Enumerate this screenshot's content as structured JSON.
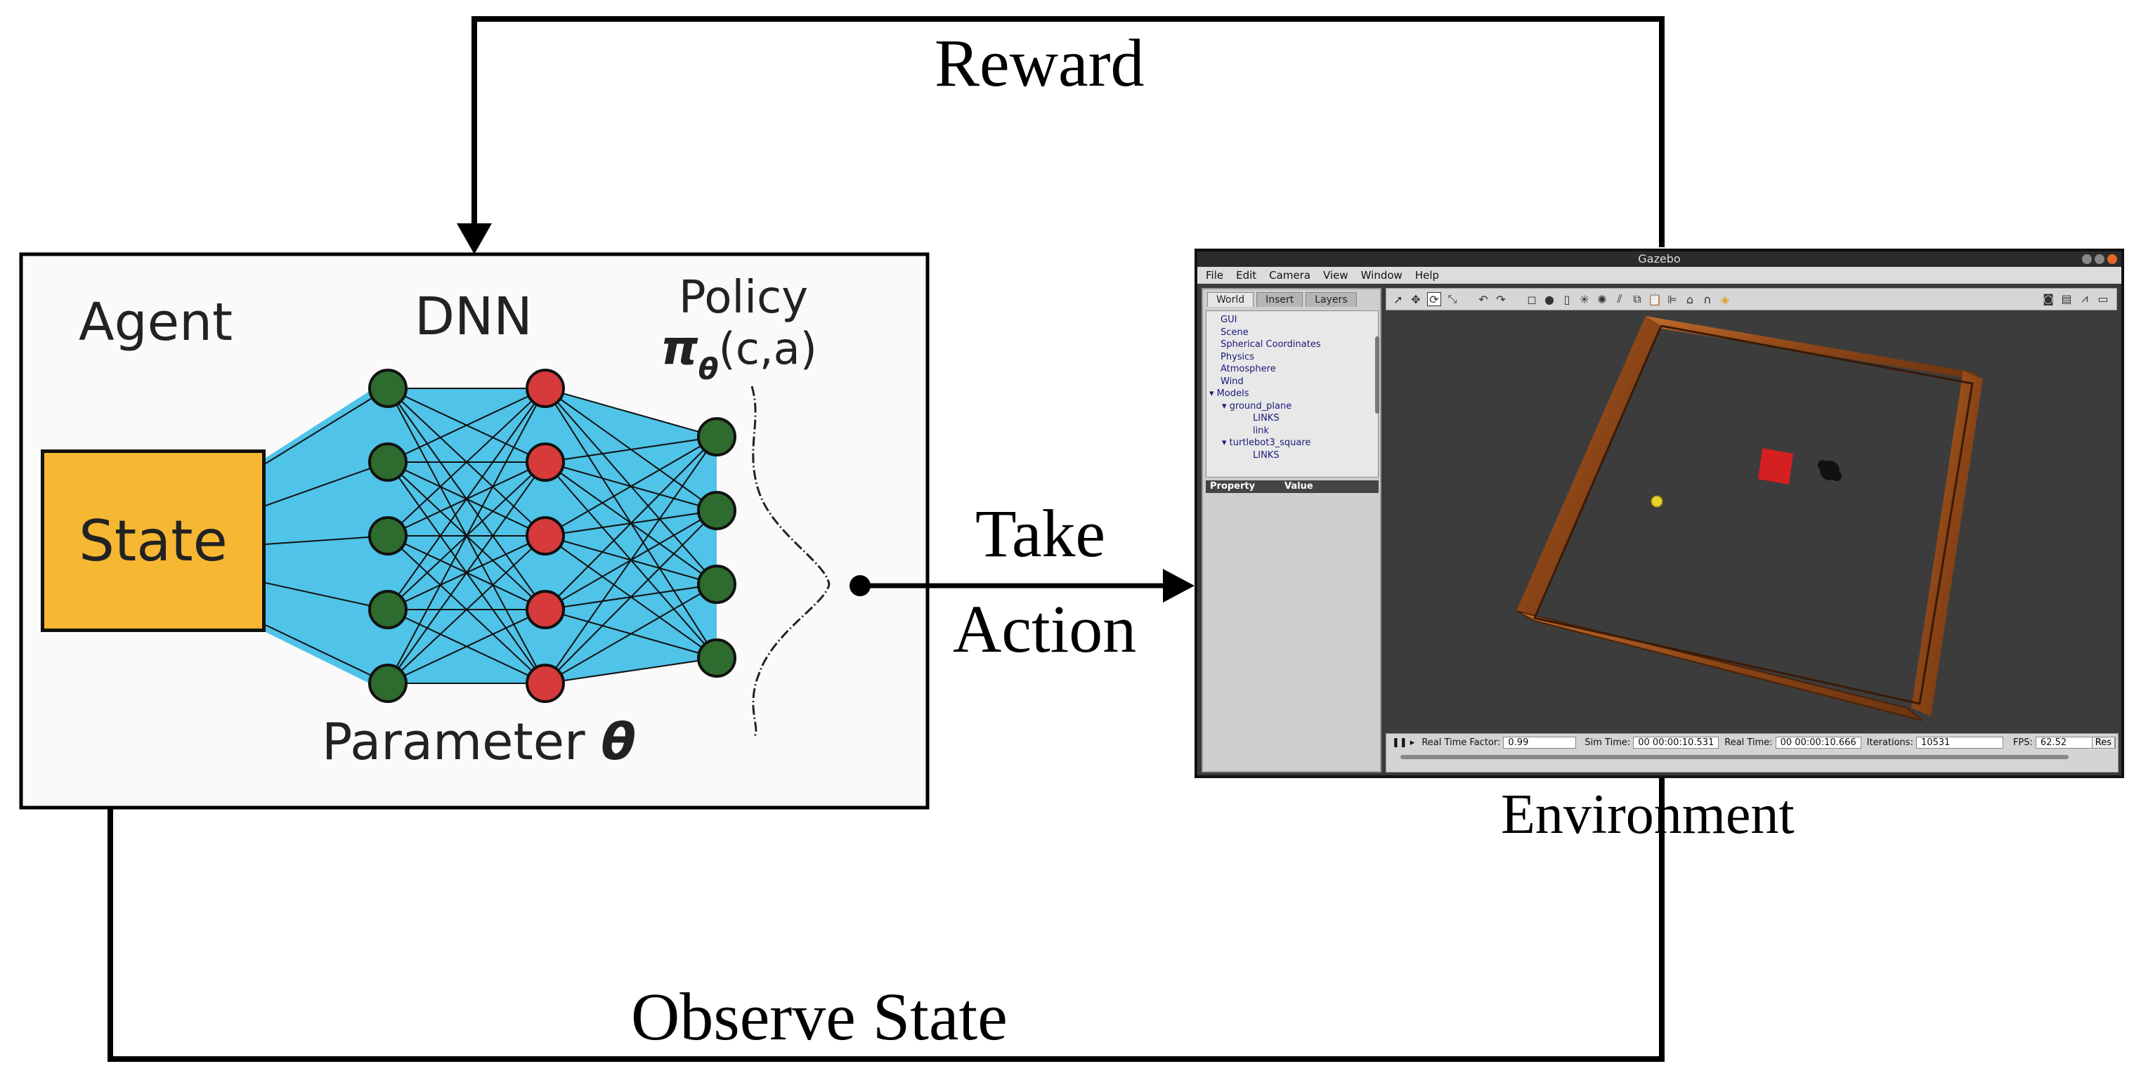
{
  "loop_labels": {
    "reward": "Reward",
    "take_action_line1": "Take",
    "take_action_line2": "Action",
    "observe_state": "Observe State",
    "environment": "Environment"
  },
  "agent_panel": {
    "agent_label": "Agent",
    "dnn_label": "DNN",
    "policy_label": "Policy",
    "policy_args": "(c,a)",
    "state_label": "State",
    "parameter_label": "Parameter",
    "theta_symbol": "θ",
    "pi_symbol": "π",
    "colors": {
      "input_layer_node": "#2e6b2e",
      "hidden_layer_node": "#d63a3a",
      "output_layer_node": "#2e6b2e",
      "network_fill": "#4fc3e8",
      "state_box": "#f6b733"
    }
  },
  "gazebo": {
    "title": "Gazebo",
    "menu": [
      "File",
      "Edit",
      "Camera",
      "View",
      "Window",
      "Help"
    ],
    "tabs": [
      "World",
      "Insert",
      "Layers"
    ],
    "tree": [
      "GUI",
      "Scene",
      "Spherical Coordinates",
      "Physics",
      "Atmosphere",
      "Wind",
      "Models",
      "ground_plane",
      "LINKS",
      "link",
      "turtlebot3_square",
      "LINKS"
    ],
    "property_header": {
      "property": "Property",
      "value": "Value"
    },
    "status": {
      "rtf_label": "Real Time Factor:",
      "rtf_value": "0.99",
      "sim_time_label": "Sim Time:",
      "sim_time_value": "00 00:00:10.531",
      "real_time_label": "Real Time:",
      "real_time_value": "00 00:00:10.666",
      "iterations_label": "Iterations:",
      "iterations_value": "10531",
      "fps_label": "FPS:",
      "fps_value": "62.52",
      "reset_label": "Res"
    }
  }
}
